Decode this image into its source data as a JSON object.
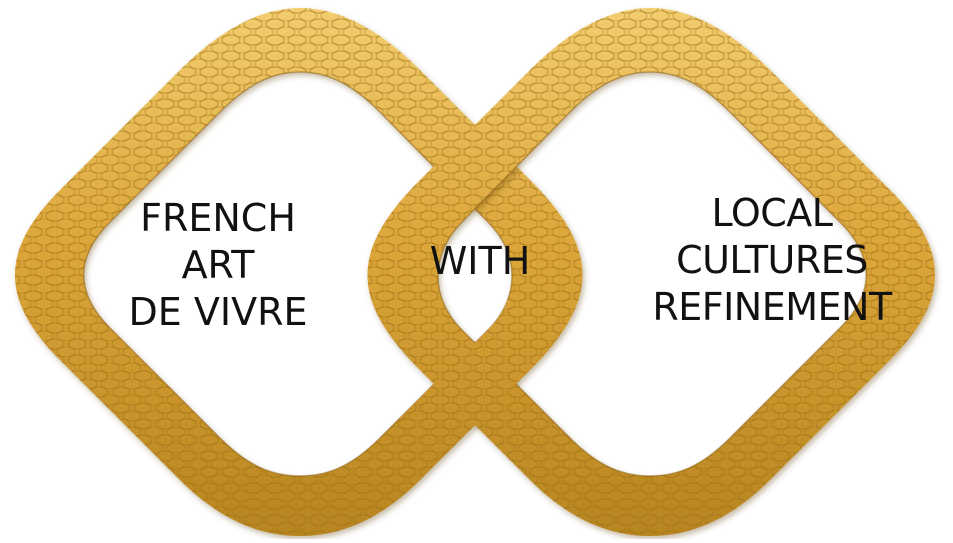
{
  "diagram": {
    "left_ring_text": [
      "FRENCH",
      "ART",
      "DE VIVRE"
    ],
    "center_text": "WITH",
    "right_ring_text": [
      "LOCAL",
      "CULTURES",
      "REFINEMENT"
    ],
    "colors": {
      "ring_gold": "#d9a437",
      "ring_gold_light": "#f0c967",
      "ring_gold_dark": "#8e6414",
      "pattern": "#a67418",
      "text": "#111111",
      "background": "#ffffff"
    }
  }
}
